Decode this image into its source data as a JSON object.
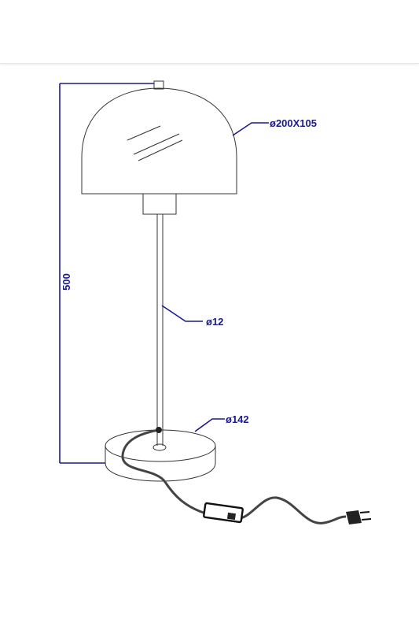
{
  "dimensions": {
    "height": "500",
    "shade": "ø200X105",
    "stem": "ø12",
    "base": "ø142"
  },
  "colors": {
    "dimension": "#1a1a8c",
    "outline": "#333333",
    "cable": "#444444"
  }
}
